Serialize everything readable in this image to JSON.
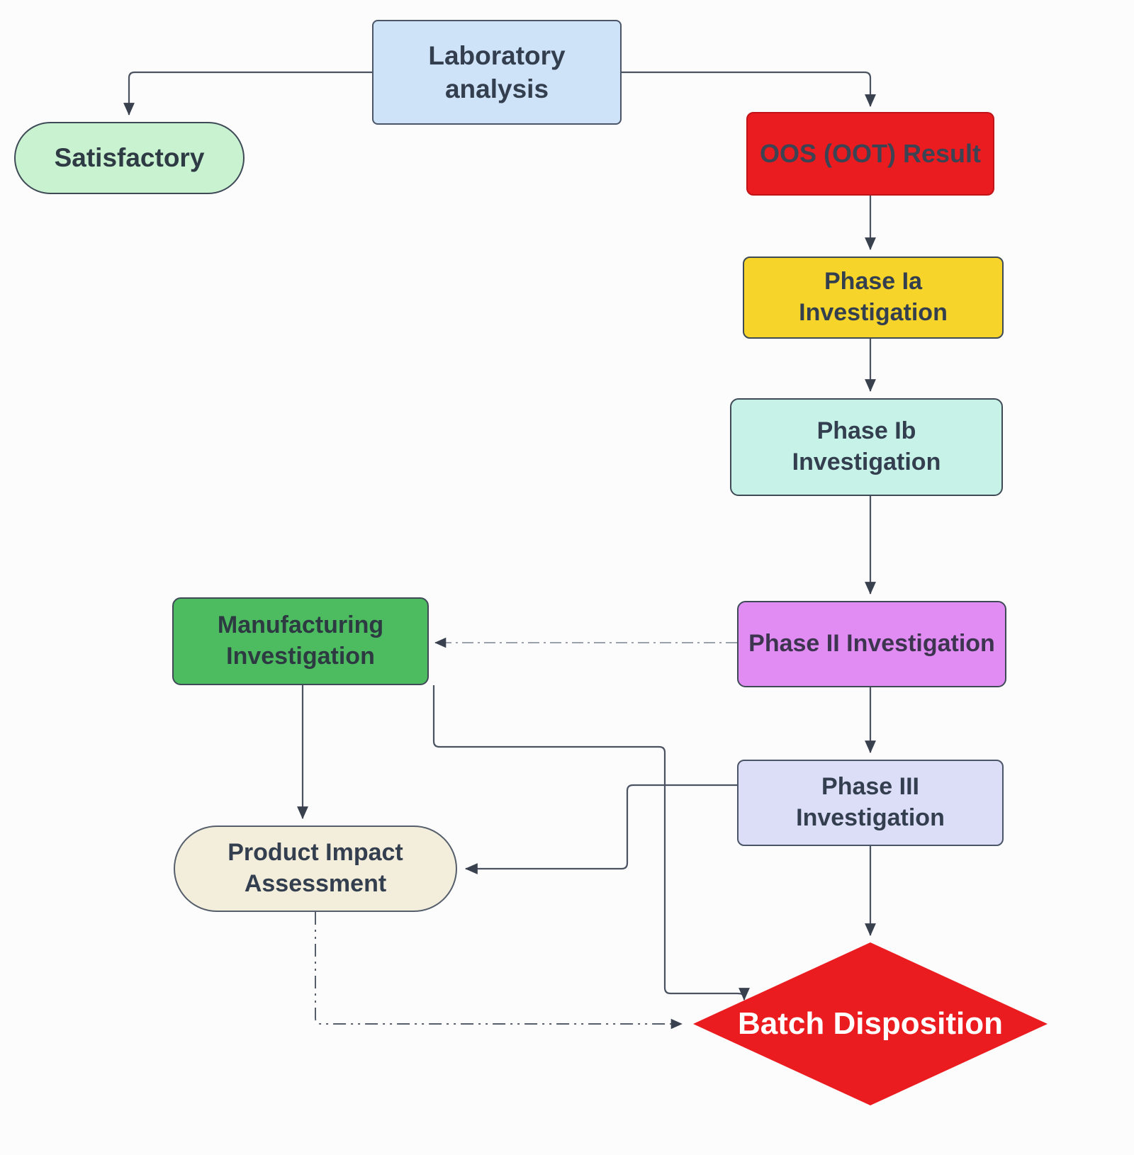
{
  "diagram": {
    "background": "#fcfcfc",
    "colors": {
      "connector": "#4b5363",
      "arrowhead": "#39414f",
      "dash_connector_gray": "#9aa1aa",
      "dash_connector_dark": "#565d6b"
    },
    "nodes": {
      "laboratory_analysis": {
        "label": "Laboratory analysis",
        "shape": "rounded-rectangle",
        "fill": "#cfe3f8",
        "text": "#333e4f"
      },
      "satisfactory": {
        "label": "Satisfactory",
        "shape": "stadium",
        "fill": "#c9f2d1",
        "text": "#2e3b44"
      },
      "oos_result": {
        "label": "OOS (OOT) Result",
        "shape": "rounded-rectangle",
        "fill": "#ea1c20",
        "text": "#3c4353"
      },
      "phase_1a": {
        "label": "Phase Ia Investigation",
        "shape": "rounded-rectangle",
        "fill": "#f7d42a",
        "text": "#333e4f"
      },
      "phase_1b": {
        "label": "Phase Ib Investigation",
        "shape": "rounded-rectangle",
        "fill": "#c7f2e8",
        "text": "#333e4f"
      },
      "phase_2": {
        "label": "Phase II Investigation",
        "shape": "rounded-rectangle",
        "fill": "#e18cf2",
        "text": "#3d3550"
      },
      "phase_3": {
        "label": "Phase III Investigation",
        "shape": "rounded-rectangle",
        "fill": "#dcdef8",
        "text": "#333e4f"
      },
      "manufacturing_investigation": {
        "label": "Manufacturing Investigation",
        "shape": "rounded-rectangle",
        "fill": "#4dbb60",
        "text": "#2d3a42"
      },
      "product_impact_assessment": {
        "label": "Product Impact Assessment",
        "shape": "stadium",
        "fill": "#f3eddb",
        "text": "#333e4f"
      },
      "batch_disposition": {
        "label": "Batch Disposition",
        "shape": "diamond",
        "fill": "#ea1c20",
        "text": "#ffffff"
      }
    },
    "edges": [
      {
        "from": "laboratory_analysis",
        "to": "satisfactory",
        "style": "solid"
      },
      {
        "from": "laboratory_analysis",
        "to": "oos_result",
        "style": "solid"
      },
      {
        "from": "oos_result",
        "to": "phase_1a",
        "style": "solid"
      },
      {
        "from": "phase_1a",
        "to": "phase_1b",
        "style": "solid"
      },
      {
        "from": "phase_1b",
        "to": "phase_2",
        "style": "solid"
      },
      {
        "from": "phase_2",
        "to": "manufacturing_investigation",
        "style": "dash-dot"
      },
      {
        "from": "phase_2",
        "to": "phase_3",
        "style": "solid"
      },
      {
        "from": "phase_3",
        "to": "product_impact_assessment",
        "style": "solid"
      },
      {
        "from": "phase_3",
        "to": "batch_disposition",
        "style": "solid"
      },
      {
        "from": "manufacturing_investigation",
        "to": "product_impact_assessment",
        "style": "solid"
      },
      {
        "from": "manufacturing_investigation",
        "to": "batch_disposition",
        "style": "solid"
      },
      {
        "from": "product_impact_assessment",
        "to": "batch_disposition",
        "style": "dash-dot"
      }
    ]
  }
}
